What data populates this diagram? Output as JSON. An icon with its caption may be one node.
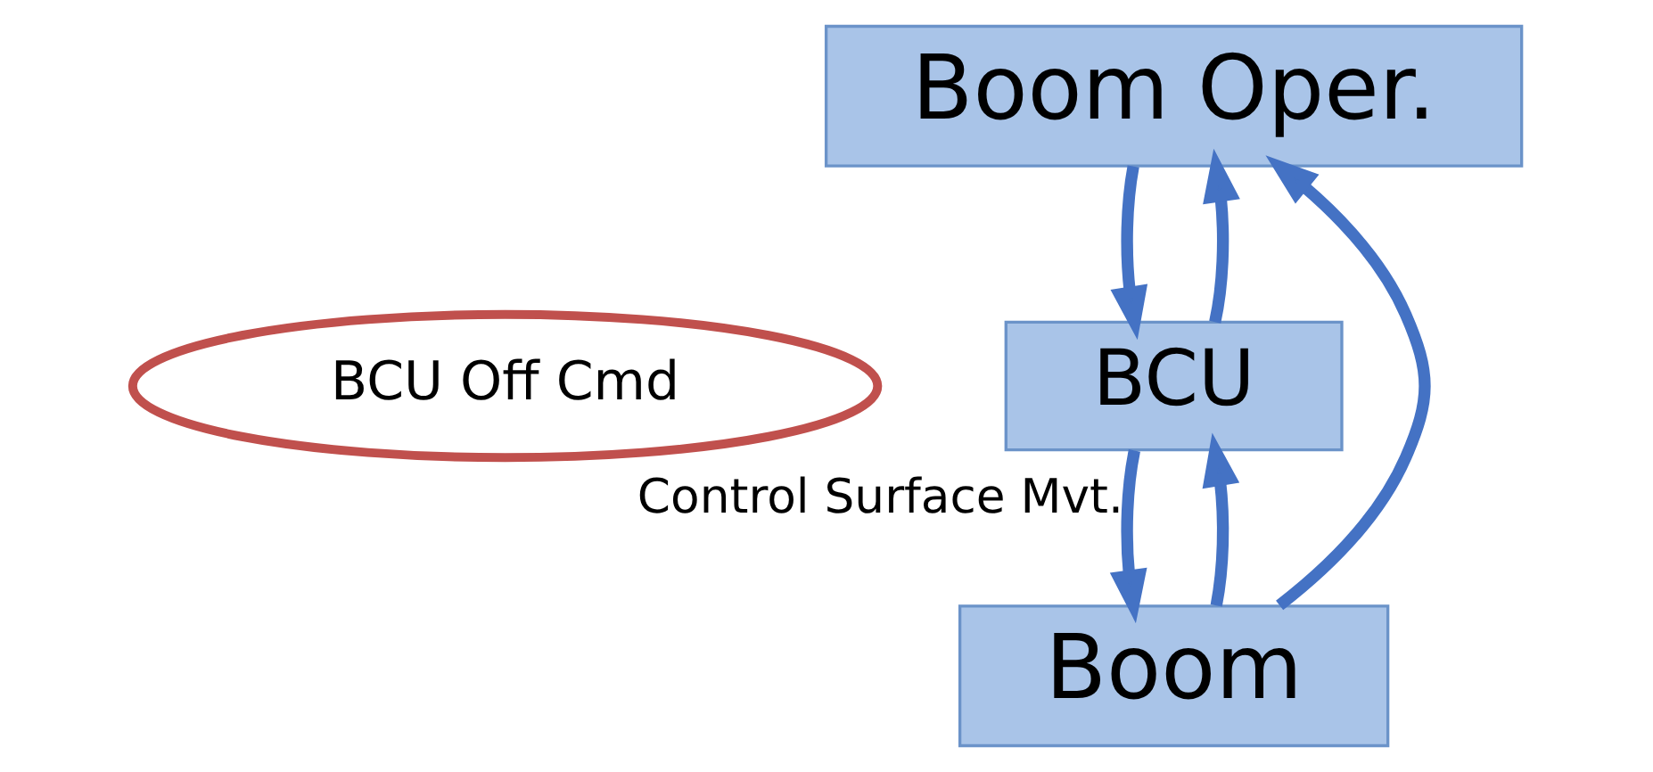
{
  "diagram": {
    "nodes": [
      {
        "text": [
          "Boom Oper."
        ]
      },
      {
        "text": [
          "BCU"
        ]
      },
      {
        "text": [
          "Boom"
        ]
      },
      {
        "text": [
          "BCU Off Cmd"
        ]
      }
    ],
    "edges": [
      {
        "from": 0,
        "to": 1,
        "arrow": "to"
      },
      {
        "from": 1,
        "to": 2,
        "arrow": "to",
        "label": "Control Surface Mvt."
      },
      {
        "from": 1,
        "to": 0,
        "arrow": "to"
      },
      {
        "from": 2,
        "to": 1,
        "arrow": "to"
      },
      {
        "from": 2,
        "to": 0,
        "arrow": "to"
      }
    ]
  }
}
